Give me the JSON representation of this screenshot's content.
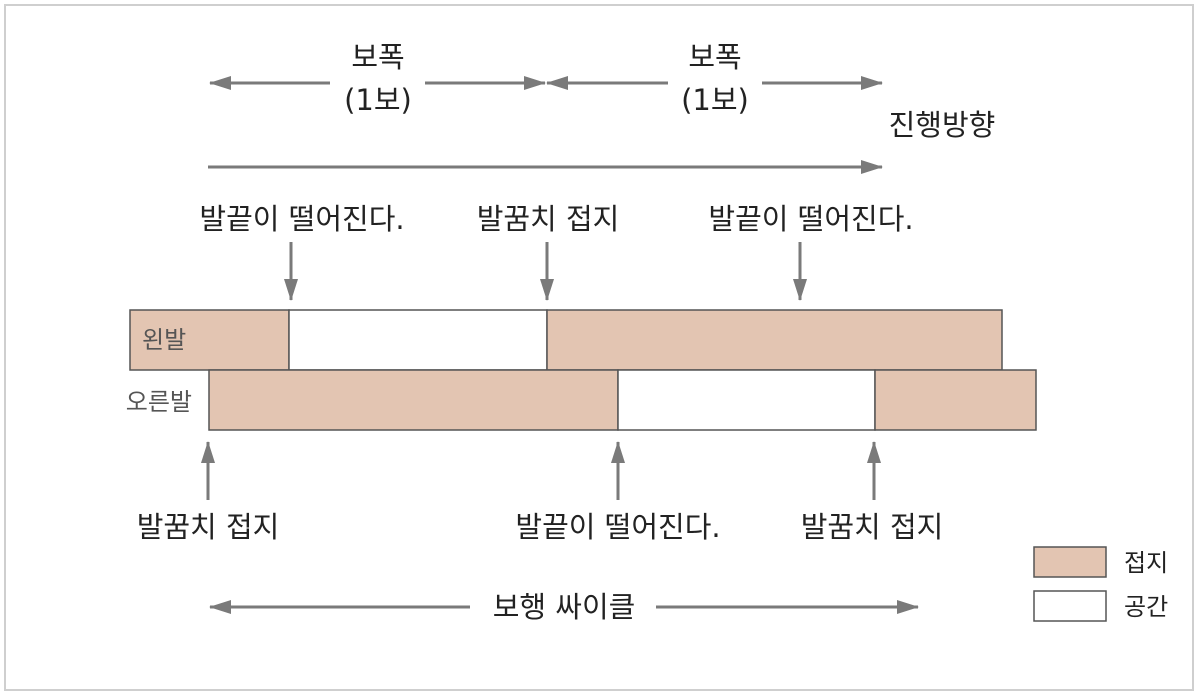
{
  "colors": {
    "contact": "#e3c5b2",
    "space": "#ffffff",
    "border": "#555555",
    "arrow": "#7a7a7a"
  },
  "header": {
    "step_left_title": "보폭",
    "step_left_sub": "(1보)",
    "step_right_title": "보폭",
    "step_right_sub": "(1보)",
    "direction_label": "진행방향"
  },
  "top_events": [
    {
      "text": "발끝이 떨어진다."
    },
    {
      "text": "발꿈치 접지"
    },
    {
      "text": "발끝이 떨어진다."
    }
  ],
  "lanes": {
    "left_foot": "왼발",
    "right_foot": "오른발"
  },
  "bottom_events": [
    {
      "text": "발꿈치 접지"
    },
    {
      "text": "발끝이 떨어진다."
    },
    {
      "text": "발꿈치 접지"
    }
  ],
  "cycle_label": "보행 싸이클",
  "legend": {
    "contact_label": "접지",
    "space_label": "공간"
  }
}
